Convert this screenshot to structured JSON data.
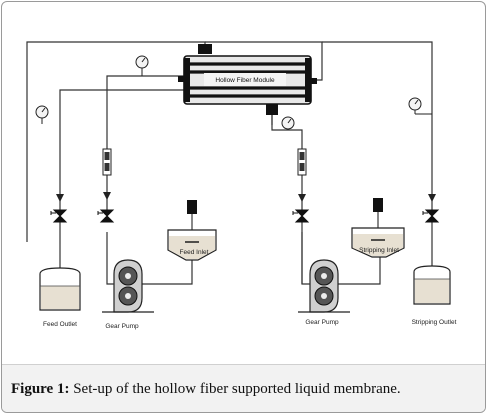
{
  "labels": {
    "module": "Hollow Fiber Module",
    "feed_inlet": "Feed Inlet",
    "stripping_inlet": "Stripping Inlet",
    "feed_outlet": "Feed Outlet",
    "gear_pump_left": "Gear Pump",
    "gear_pump_right": "Gear Pump",
    "stripping_outlet": "Stripping Outlet"
  },
  "caption": {
    "figure_label": "Figure 1:",
    "text": " Set-up of the hollow fiber supported liquid membrane."
  }
}
